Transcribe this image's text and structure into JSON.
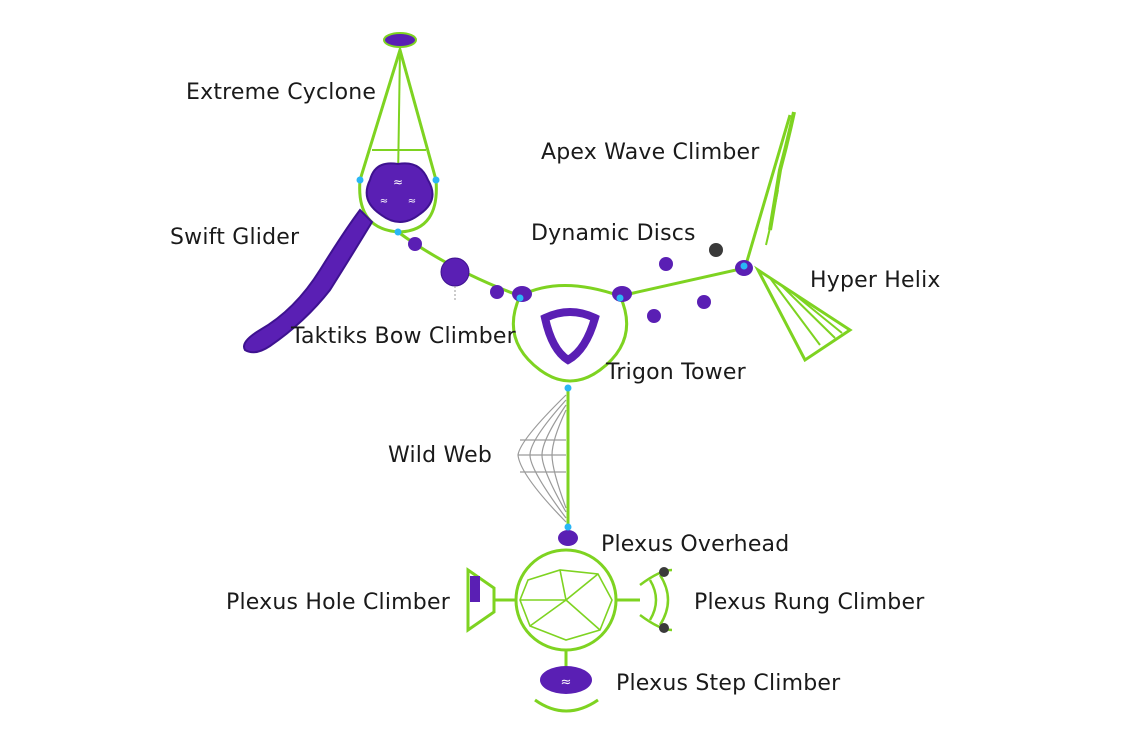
{
  "labels": {
    "extreme_cyclone": "Extreme Cyclone",
    "apex_wave_climber": "Apex Wave Climber",
    "swift_glider": "Swift Glider",
    "dynamic_discs": "Dynamic Discs",
    "hyper_helix": "Hyper Helix",
    "taktiks_bow_climber": "Taktiks Bow Climber",
    "trigon_tower": "Trigon Tower",
    "wild_web": "Wild Web",
    "plexus_overhead": "Plexus Overhead",
    "plexus_hole_climber": "Plexus Hole Climber",
    "plexus_rung_climber": "Plexus Rung Climber",
    "plexus_step_climber": "Plexus Step Climber"
  },
  "colors": {
    "frame_green": "#7ed321",
    "frame_dark": "#4a9a10",
    "panel_purple": "#5a1fb4",
    "panel_dark": "#3e1290",
    "joint_blue": "#29b6f6",
    "net_grey": "#9a9a9a",
    "text": "#1a1a1a"
  }
}
